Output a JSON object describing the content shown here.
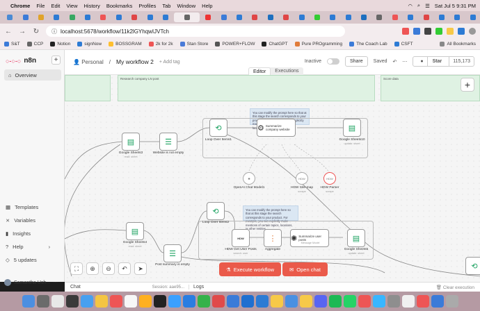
{
  "menubar": {
    "app": "Chrome",
    "items": [
      "File",
      "Edit",
      "View",
      "History",
      "Bookmarks",
      "Profiles",
      "Tab",
      "Window",
      "Help"
    ],
    "datetime": "Sat Jul 5  9:31 PM"
  },
  "tabs": {
    "colors": [
      "#4a8ad4",
      "#3b7bd8",
      "#e0a32a",
      "#2d7bd4",
      "#37a862",
      "#2d7bd4",
      "#e55",
      "#2d7bd4",
      "#e04545",
      "#2d7bd4",
      "#2d7bd4",
      "#666",
      "#e33",
      "#3b7bd8",
      "#2d7bd4",
      "#e04545",
      "#1d6fbf",
      "#e04545",
      "#2d7bd4",
      "#3c3",
      "#2d7bd4",
      "#2d7bd4",
      "#1d6fbf",
      "#666",
      "#e55",
      "#2d7bd4",
      "#e04545",
      "#2d7bd4",
      "#2d7bd4",
      "#2d7bd4"
    ]
  },
  "address": {
    "url": "localhost:5678/workflow/11k2lGYhqwIJVTch"
  },
  "bookmarks": {
    "items": [
      {
        "label": "S&T",
        "color": "#3b7bd8"
      },
      {
        "label": "CCP",
        "color": "#666"
      },
      {
        "label": "Notion",
        "color": "#222"
      },
      {
        "label": "signNow",
        "color": "#2d7bd4"
      },
      {
        "label": "BOSSGRAM",
        "color": "#ffbf2e"
      },
      {
        "label": "2k for 2k",
        "color": "#e55"
      },
      {
        "label": "Stan Store",
        "color": "#4a7bd8"
      },
      {
        "label": "POWER+FLOW",
        "color": "#555"
      },
      {
        "label": "ChatGPT",
        "color": "#222"
      },
      {
        "label": "Pure PROgramming",
        "color": "#e07b3a"
      },
      {
        "label": "The Coach Lab",
        "color": "#3b7bd8"
      },
      {
        "label": "CSFT",
        "color": "#2d7bd4"
      }
    ],
    "all": "All Bookmarks"
  },
  "sidebar": {
    "brand": "n8n",
    "overview": "Overview",
    "bottom": [
      "Templates",
      "Variables",
      "Insights",
      "Help",
      "5 updates"
    ],
    "user": "Samantha Ush..."
  },
  "header": {
    "project": "Personal",
    "workflow": "My workflow 2",
    "add_tag": "+ Add tag",
    "inactive": "Inactive",
    "share": "Share",
    "saved": "Saved",
    "star": "Star",
    "stars": "115,173",
    "mode_editor": "Editor",
    "mode_exec": "Executions"
  },
  "canvas": {
    "sticky1": "Research company LN post",
    "sticky2": "Score data",
    "note1": "You can modify the prompt here so that at this stage the search corresponds to your product. For example, you can explicitly make mentions of certain topics, locations, or other entities.",
    "note2": "You can modify the prompt here so that at this stage the search corresponds to your product. For example, you can explicitly make mentions of certain topics, locations, or other entities.",
    "nodes": {
      "gs3": "Google Sheets3",
      "gs3_sub": "read: sheet",
      "nonempty": "Website is not empty",
      "loop1": "Loop Over Items1",
      "summarize": "Summarize company website",
      "gs10": "Google Sheets10",
      "gs10_sub": "update: sheet",
      "openai": "OpenAI Chat Model1",
      "sitemap": "HDW Site-map",
      "sitemap_sub": "scrape",
      "parser": "HDW Parser",
      "parser_sub": "scrape",
      "loop2": "Loop Over Items2",
      "gs4": "Google Sheets4",
      "gs4_sub": "read: sheet",
      "postempty": "Post summary is empty",
      "hdwposts": "HDW Get User Posts",
      "hdwposts_sub": "search: user",
      "aggregate": "Aggregate",
      "summuser": "Summarize user posts",
      "summuser_sub": "Message Model",
      "gs5": "Google Sheets5",
      "gs5_sub": "update: sheet"
    }
  },
  "controls": {
    "execute": "Execute workflow",
    "open_chat": "Open chat"
  },
  "bottom": {
    "chat": "Chat",
    "session": "Session: aae95...",
    "logs": "Logs",
    "clear": "Clear execution"
  },
  "dock": {
    "colors": [
      "#4c8fe0",
      "#6b6b6b",
      "#e8e8e8",
      "#3a3a3a",
      "#48a0f0",
      "#f4c542",
      "#e55",
      "#f7f7f7",
      "#ffb020",
      "#222",
      "#3aa0ff",
      "#2a7de1",
      "#35b24a",
      "#e04a4a",
      "#3b7bd8",
      "#1f6fd0",
      "#2d7bd4",
      "#f7c948",
      "#4a90e2",
      "#f7c948",
      "#5865f2",
      "#1db954",
      "#25d366",
      "#e55",
      "#38b6ff",
      "#8e8e8e",
      "#f0f0f0",
      "#e55",
      "#3b7bd8",
      "#aaa"
    ]
  }
}
